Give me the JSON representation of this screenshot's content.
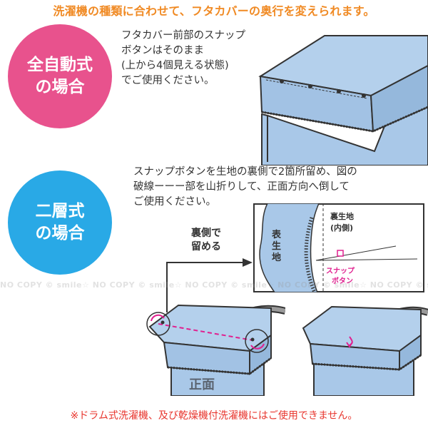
{
  "header": {
    "title": "洗濯機の種類に合わせて、フタカバーの奥行を変えられます。"
  },
  "section1": {
    "badge_line1": "全自動式",
    "badge_line2": "の場合",
    "desc_line1": "フタカバー前部のスナップ",
    "desc_line2": "ボタンはそのまま",
    "desc_line3": "(上から4個見える状態)",
    "desc_line4": "でご使用ください。"
  },
  "section2": {
    "badge_line1": "二層式",
    "badge_line2": "の場合",
    "desc_line1": "スナップボタンを生地の裏側で2箇所留め、図の",
    "desc_line2": "破線ーーー部を山折りして、正面方向へ倒して",
    "desc_line3": "ご使用ください。",
    "back_line1": "裏側で",
    "back_line2": "留める",
    "front_label": "正面",
    "detail": {
      "outer_label": [
        "表",
        "生",
        "地"
      ],
      "inner_label_line1": "裏生地",
      "inner_label_line2": "(内側)",
      "snap_line1": "スナップ",
      "snap_line2": "ボタン"
    }
  },
  "watermark": {
    "text": "NO COPY © smile☆  NO COPY © smile☆  NO COPY © smile☆  NO COPY © smile☆  NO COPY © smile☆"
  },
  "footer": {
    "note": "※ドラム式洗濯機、及び乾燥機付洗濯機にはご使用できません。"
  },
  "colors": {
    "accent_orange": "#f08a24",
    "badge_pink": "#e8528d",
    "badge_blue": "#29a9e6",
    "cover_blue": "#a9c8e8",
    "dash_magenta": "#e0208f",
    "note_red": "#e8362e"
  }
}
